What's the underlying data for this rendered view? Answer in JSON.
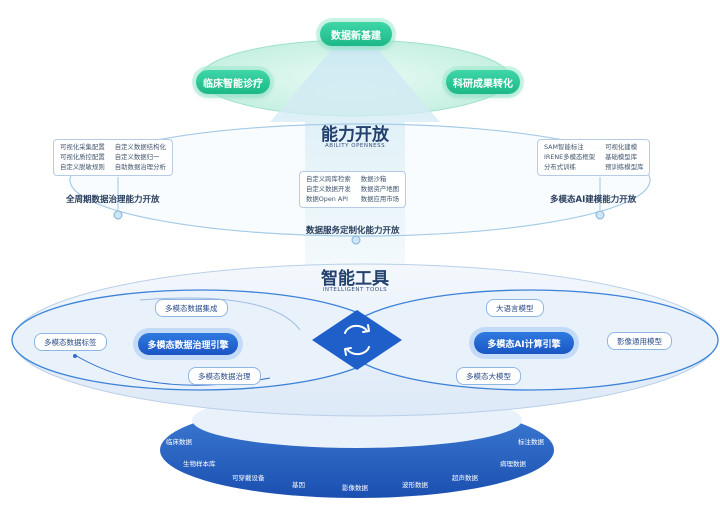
{
  "top": {
    "hub": "数据新基建",
    "left_node": "临床智能诊疗",
    "right_node": "科研成果转化"
  },
  "ability": {
    "title": "能力开放",
    "subtitle": "ABILITY OPENNESS",
    "left_box": [
      "可视化采集配置",
      "自定义数据结构化",
      "可视化质控配置",
      "自定义数据归一",
      "自定义脱敏规则",
      "自助数据治理分析"
    ],
    "left_label": "全周期数据治理能力开放",
    "center_box": [
      "自定义跨库检索",
      "数据沙箱",
      "自定义数据开发",
      "数据资产地图",
      "数据Open API",
      "数据应用市场"
    ],
    "center_label": "数据服务定制化能力开放",
    "right_box": [
      "SAM智能标注",
      "可视化建模",
      "IRENE多模态框架",
      "基础模型库",
      "分布式训练",
      "预训练模型库"
    ],
    "right_label": "多模态AI建模能力开放"
  },
  "tools": {
    "title": "智能工具",
    "subtitle": "INTELLIGENT TOOLS",
    "left_engine": "多模态数据治理引擎",
    "left_tags": [
      "多模态数据集成",
      "多模态数据标签",
      "多模态数据治理"
    ],
    "right_engine": "多模态AI计算引擎",
    "right_tags": [
      "大语言模型",
      "影像通用模型",
      "多模态大模型"
    ]
  },
  "sources": [
    "临床数据",
    "生物样本库",
    "可穿戴设备",
    "基因",
    "影像数据",
    "波形数据",
    "超声数据",
    "病理数据",
    "标注数据"
  ],
  "colors": {
    "green": "#1db887",
    "blue": "#1a56c4",
    "navy": "#24406e"
  }
}
